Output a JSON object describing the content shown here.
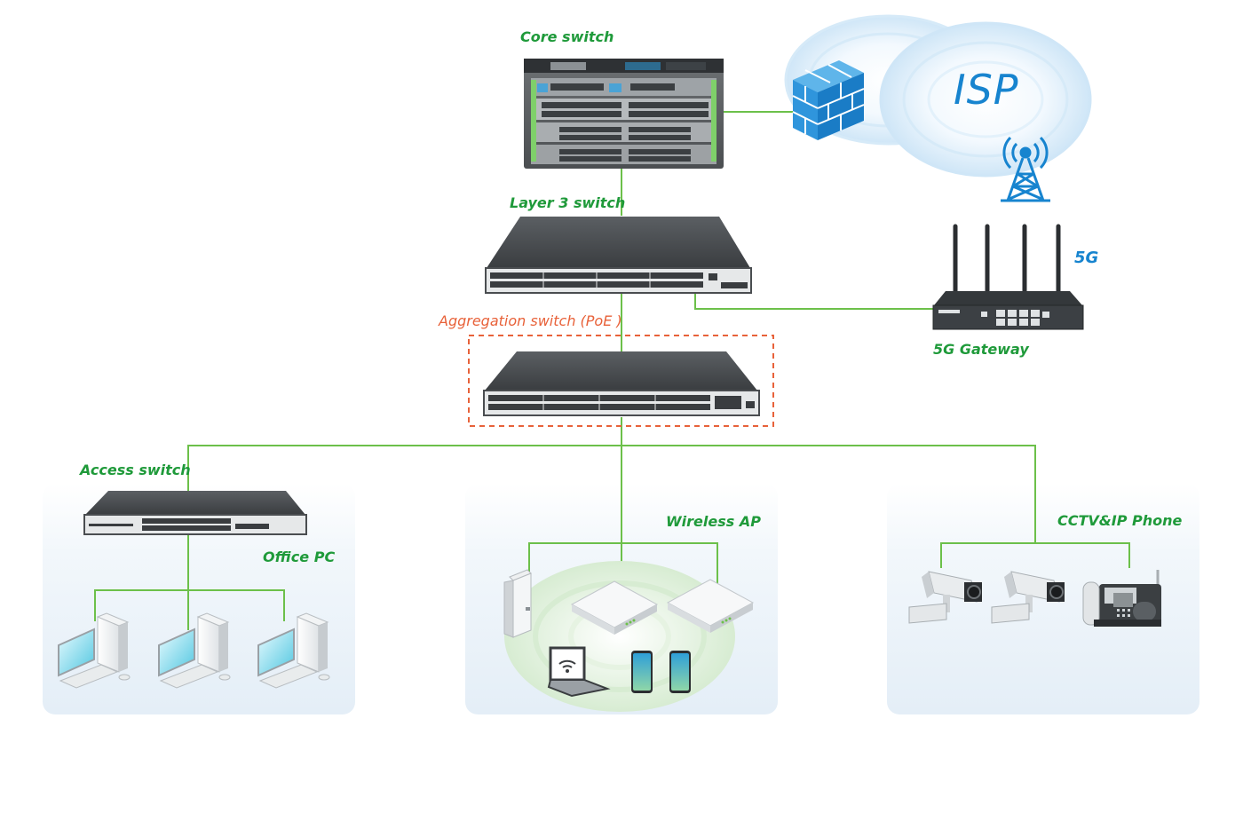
{
  "labels": {
    "core_switch": "Core switch",
    "layer3_switch": "Layer 3 switch",
    "aggregation_switch": "Aggregation switch (PoE )",
    "access_switch": "Access switch",
    "office_pc": "Office PC",
    "wireless_ap": "Wireless AP",
    "cctv_ip_phone": "CCTV&IP Phone",
    "gateway_5g": "5G Gateway",
    "isp": "ISP",
    "badge_5g": "5G"
  },
  "colors": {
    "link_line": "#6cc04a",
    "label_green": "#1f9a3a",
    "label_orange": "#e8623a",
    "isp_blue": "#1784cf",
    "zone_bg": "#e4eef7"
  },
  "icons": [
    "firewall-icon",
    "cell-tower-icon",
    "desktop-pc-icon",
    "access-point-icon",
    "laptop-icon",
    "smartphone-icon",
    "ip-camera-icon",
    "ip-phone-icon"
  ]
}
